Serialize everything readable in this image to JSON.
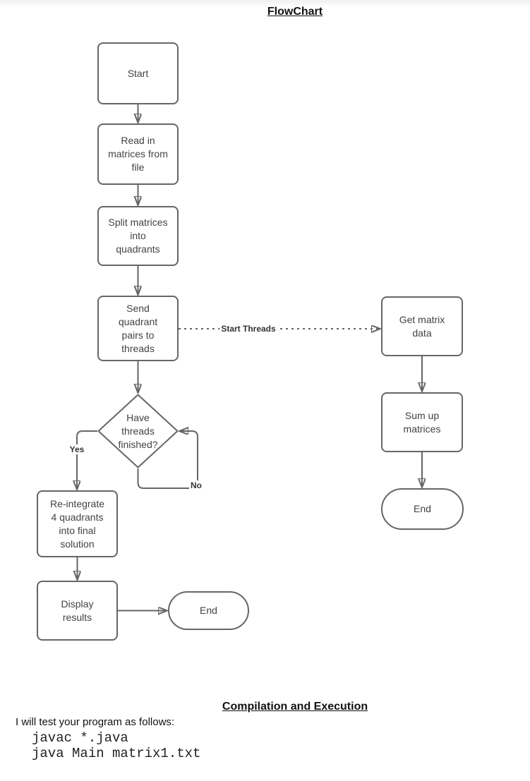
{
  "page": {
    "title": "FlowChart"
  },
  "flowchart": {
    "nodes": [
      {
        "id": "start",
        "type": "process",
        "label": "Start"
      },
      {
        "id": "read",
        "type": "process",
        "label": "Read in\nmatrices from\nfile"
      },
      {
        "id": "split",
        "type": "process",
        "label": "Split matrices\ninto\nquadrants"
      },
      {
        "id": "send",
        "type": "process",
        "label": "Send\nquadrant\npairs to\nthreads"
      },
      {
        "id": "threads-finished",
        "type": "decision",
        "label": "Have\nthreads\nfinished?"
      },
      {
        "id": "reintegrate",
        "type": "process",
        "label": "Re-integrate\n4 quadrants\ninto final\nsolution"
      },
      {
        "id": "display-results",
        "type": "process",
        "label": "Display\nresults"
      },
      {
        "id": "end-main",
        "type": "terminator",
        "label": "End"
      },
      {
        "id": "get-matrix-data",
        "type": "process",
        "label": "Get matrix\ndata"
      },
      {
        "id": "sum-matrices",
        "type": "process",
        "label": "Sum up\nmatrices"
      },
      {
        "id": "end-thread",
        "type": "terminator",
        "label": "End"
      }
    ],
    "edge_labels": {
      "yes": "Yes",
      "no": "No",
      "start_threads": "Start Threads"
    },
    "colors": {
      "stroke": "#666666",
      "node_text": "#424242",
      "edge_label_text": "#333333"
    }
  },
  "compilation_section": {
    "title": "Compilation and Execution",
    "intro": "I will test your program as follows:",
    "code_lines": [
      "javac *.java",
      "java Main matrix1.txt"
    ]
  }
}
